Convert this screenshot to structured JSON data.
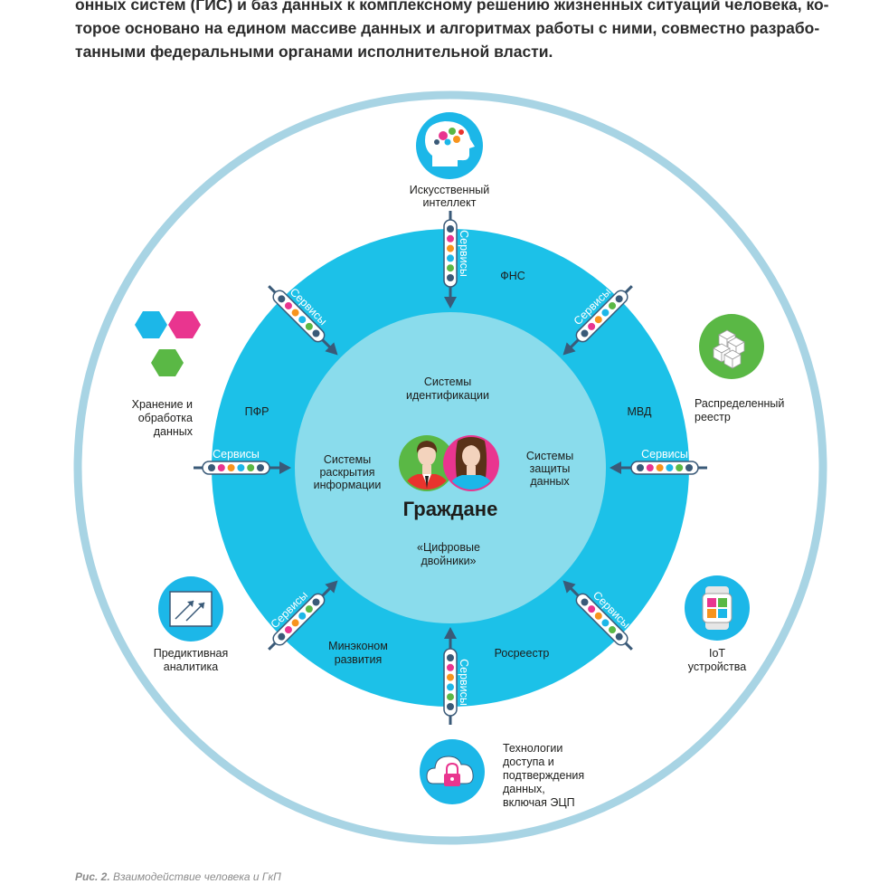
{
  "intro": {
    "line1": "онных систем (ГИС) и баз данных к комплексному решению жизненных ситуаций человека, ко-",
    "line2": "торое основано на едином массиве данных и алгоритмах работы с ними, совместно разрабо-",
    "line3": "танными федеральными органами исполнительной власти."
  },
  "center": {
    "title": "Граждане",
    "identification": [
      "Системы",
      "идентификации"
    ],
    "disclosure": [
      "Системы",
      "раскрытия",
      "информации"
    ],
    "protection": [
      "Системы",
      "защиты",
      "данных"
    ],
    "twins": [
      "«Цифровые",
      "двойники»"
    ]
  },
  "agencies": {
    "fns": "ФНС",
    "mvd": "МВД",
    "pfr": "ПФР",
    "rosreestr": "Росреестр",
    "mineconom": [
      "Минэконом",
      "развития"
    ]
  },
  "services_label": "Сервисы",
  "technologies": {
    "ai": [
      "Искусственный",
      "интеллект"
    ],
    "ledger": [
      "Распределенный",
      "реестр"
    ],
    "storage": [
      "Хранение и",
      "обработка",
      "данных"
    ],
    "iot": [
      "IoT",
      "устройства"
    ],
    "analytics": [
      "Предиктивная",
      "аналитика"
    ],
    "access": [
      "Технологии",
      "доступа и",
      "подтверждения",
      "данных,",
      "включая ЭЦП"
    ]
  },
  "caption": {
    "label": "Рис. 2.",
    "text": "Взаимодействие человека и ГкП"
  },
  "colors": {
    "outer_ring": "#a8d4e4",
    "agency_ring": "#1cc1e8",
    "inner_circle": "#8adcec",
    "arrow": "#3a5a78",
    "tech_icon": "#1cb7e8",
    "green": "#5ab845",
    "pink": "#e9358f",
    "dot_colors": [
      "#3a5a78",
      "#e9358f",
      "#f7941d",
      "#1cb7e8",
      "#5ab845",
      "#3a5a78"
    ]
  }
}
